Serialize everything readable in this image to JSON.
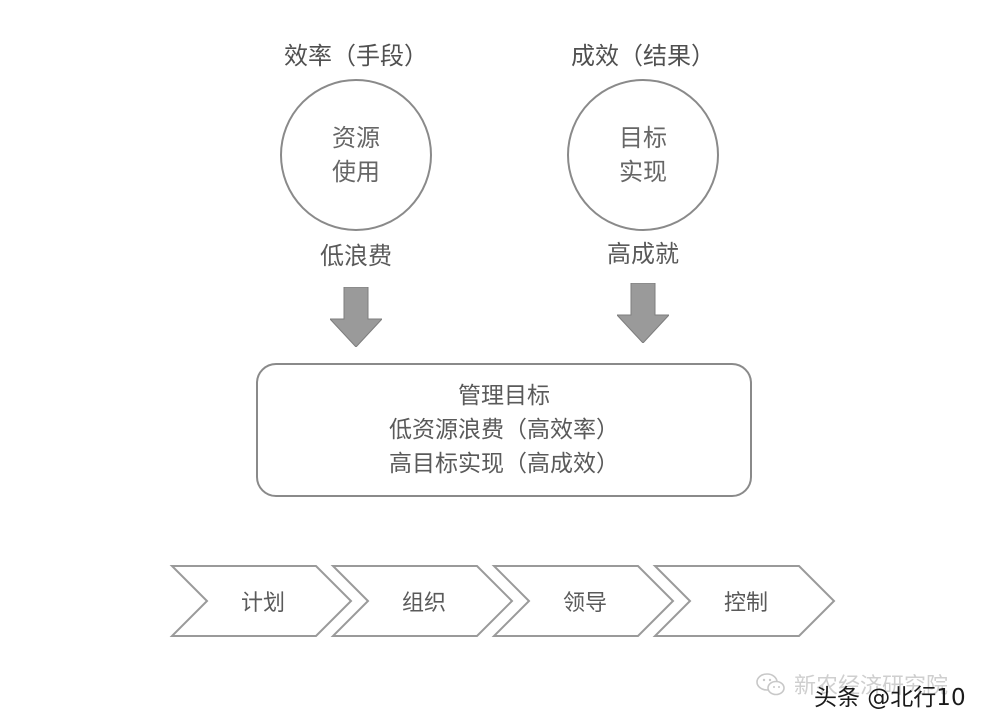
{
  "left": {
    "heading": "效率（手段）",
    "circle_line1": "资源",
    "circle_line2": "使用",
    "sub": "低浪费"
  },
  "right": {
    "heading": "成效（结果）",
    "circle_line1": "目标",
    "circle_line2": "实现",
    "sub": "高成就"
  },
  "box": {
    "line1": "管理目标",
    "line2": "低资源浪费（高效率）",
    "line3": "高目标实现（高成效）"
  },
  "process": [
    {
      "label": "计划"
    },
    {
      "label": "组织"
    },
    {
      "label": "领导"
    },
    {
      "label": "控制"
    }
  ],
  "watermark": {
    "back": "新农经济研究院",
    "front": "头条 @北行10"
  },
  "colors": {
    "arrow_fill": "#9a9a9a",
    "stroke": "#8a8a8a",
    "text": "#555555"
  }
}
